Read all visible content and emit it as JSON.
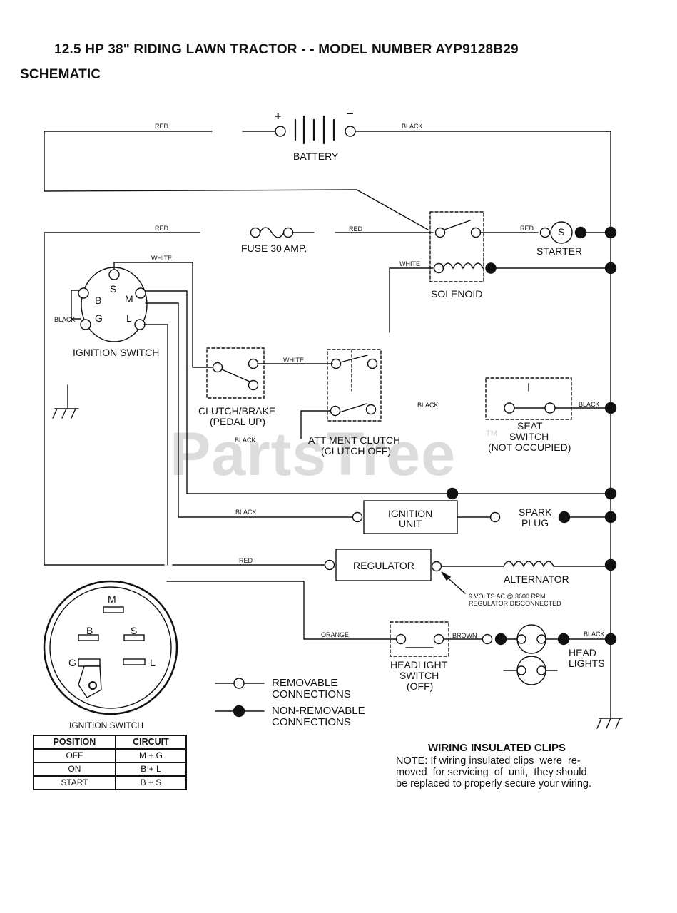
{
  "header": {
    "title": "12.5 HP 38\" RIDING LAWN TRACTOR - - MODEL NUMBER AYP9128B29",
    "subtitle": "SCHEMATIC"
  },
  "watermark": {
    "text": "PartsTree",
    "tm": "TM"
  },
  "components": {
    "battery": "BATTERY",
    "battery_plus": "+",
    "battery_minus": "−",
    "fuse": "FUSE 30 AMP.",
    "starter": "STARTER",
    "starter_letter": "S",
    "solenoid": "SOLENOID",
    "ignition_switch": "IGNITION SWITCH",
    "clutch_brake": [
      "CLUTCH/BRAKE",
      "(PEDAL UP)"
    ],
    "attachment_clutch": [
      "ATT MENT CLUTCH",
      "(CLUTCH OFF)"
    ],
    "seat_switch": [
      "SEAT",
      "SWITCH",
      "(NOT OCCUPIED)"
    ],
    "ignition_unit": [
      "IGNITION",
      "UNIT"
    ],
    "spark_plug": [
      "SPARK",
      "PLUG"
    ],
    "regulator": "REGULATOR",
    "alternator": "ALTERNATOR",
    "alternator_note": [
      "9  VOLTS AC @ 3600 RPM",
      "REGULATOR DISCONNECTED"
    ],
    "headlight_switch": [
      "HEADLIGHT",
      "SWITCH",
      "(OFF)"
    ],
    "head_lights": [
      "HEAD",
      "LIGHTS"
    ]
  },
  "switch_terminals": {
    "s": "S",
    "b": "B",
    "m": "M",
    "g": "G",
    "l": "L"
  },
  "wire_colors": {
    "red": "RED",
    "black": "BLACK",
    "white": "WHITE",
    "orange": "ORANGE",
    "brown": "BROWN"
  },
  "legend": {
    "removable": [
      "REMOVABLE",
      "CONNECTIONS"
    ],
    "non_removable": [
      "NON-REMOVABLE",
      "CONNECTIONS"
    ]
  },
  "ignition_detail": {
    "caption": "IGNITION SWITCH",
    "terminals": [
      "M",
      "B",
      "S",
      "G",
      "L"
    ]
  },
  "position_table": {
    "headers": [
      "POSITION",
      "CIRCUIT"
    ],
    "rows": [
      [
        "OFF",
        "M + G"
      ],
      [
        "ON",
        "B + L"
      ],
      [
        "START",
        "B + S"
      ]
    ]
  },
  "note": {
    "heading": "WIRING INSULATED CLIPS",
    "lines": [
      "NOTE: If wiring insulated clips  were  re-",
      "moved  for servicing  of  unit,  they should",
      "be replaced to properly secure your wiring."
    ]
  }
}
